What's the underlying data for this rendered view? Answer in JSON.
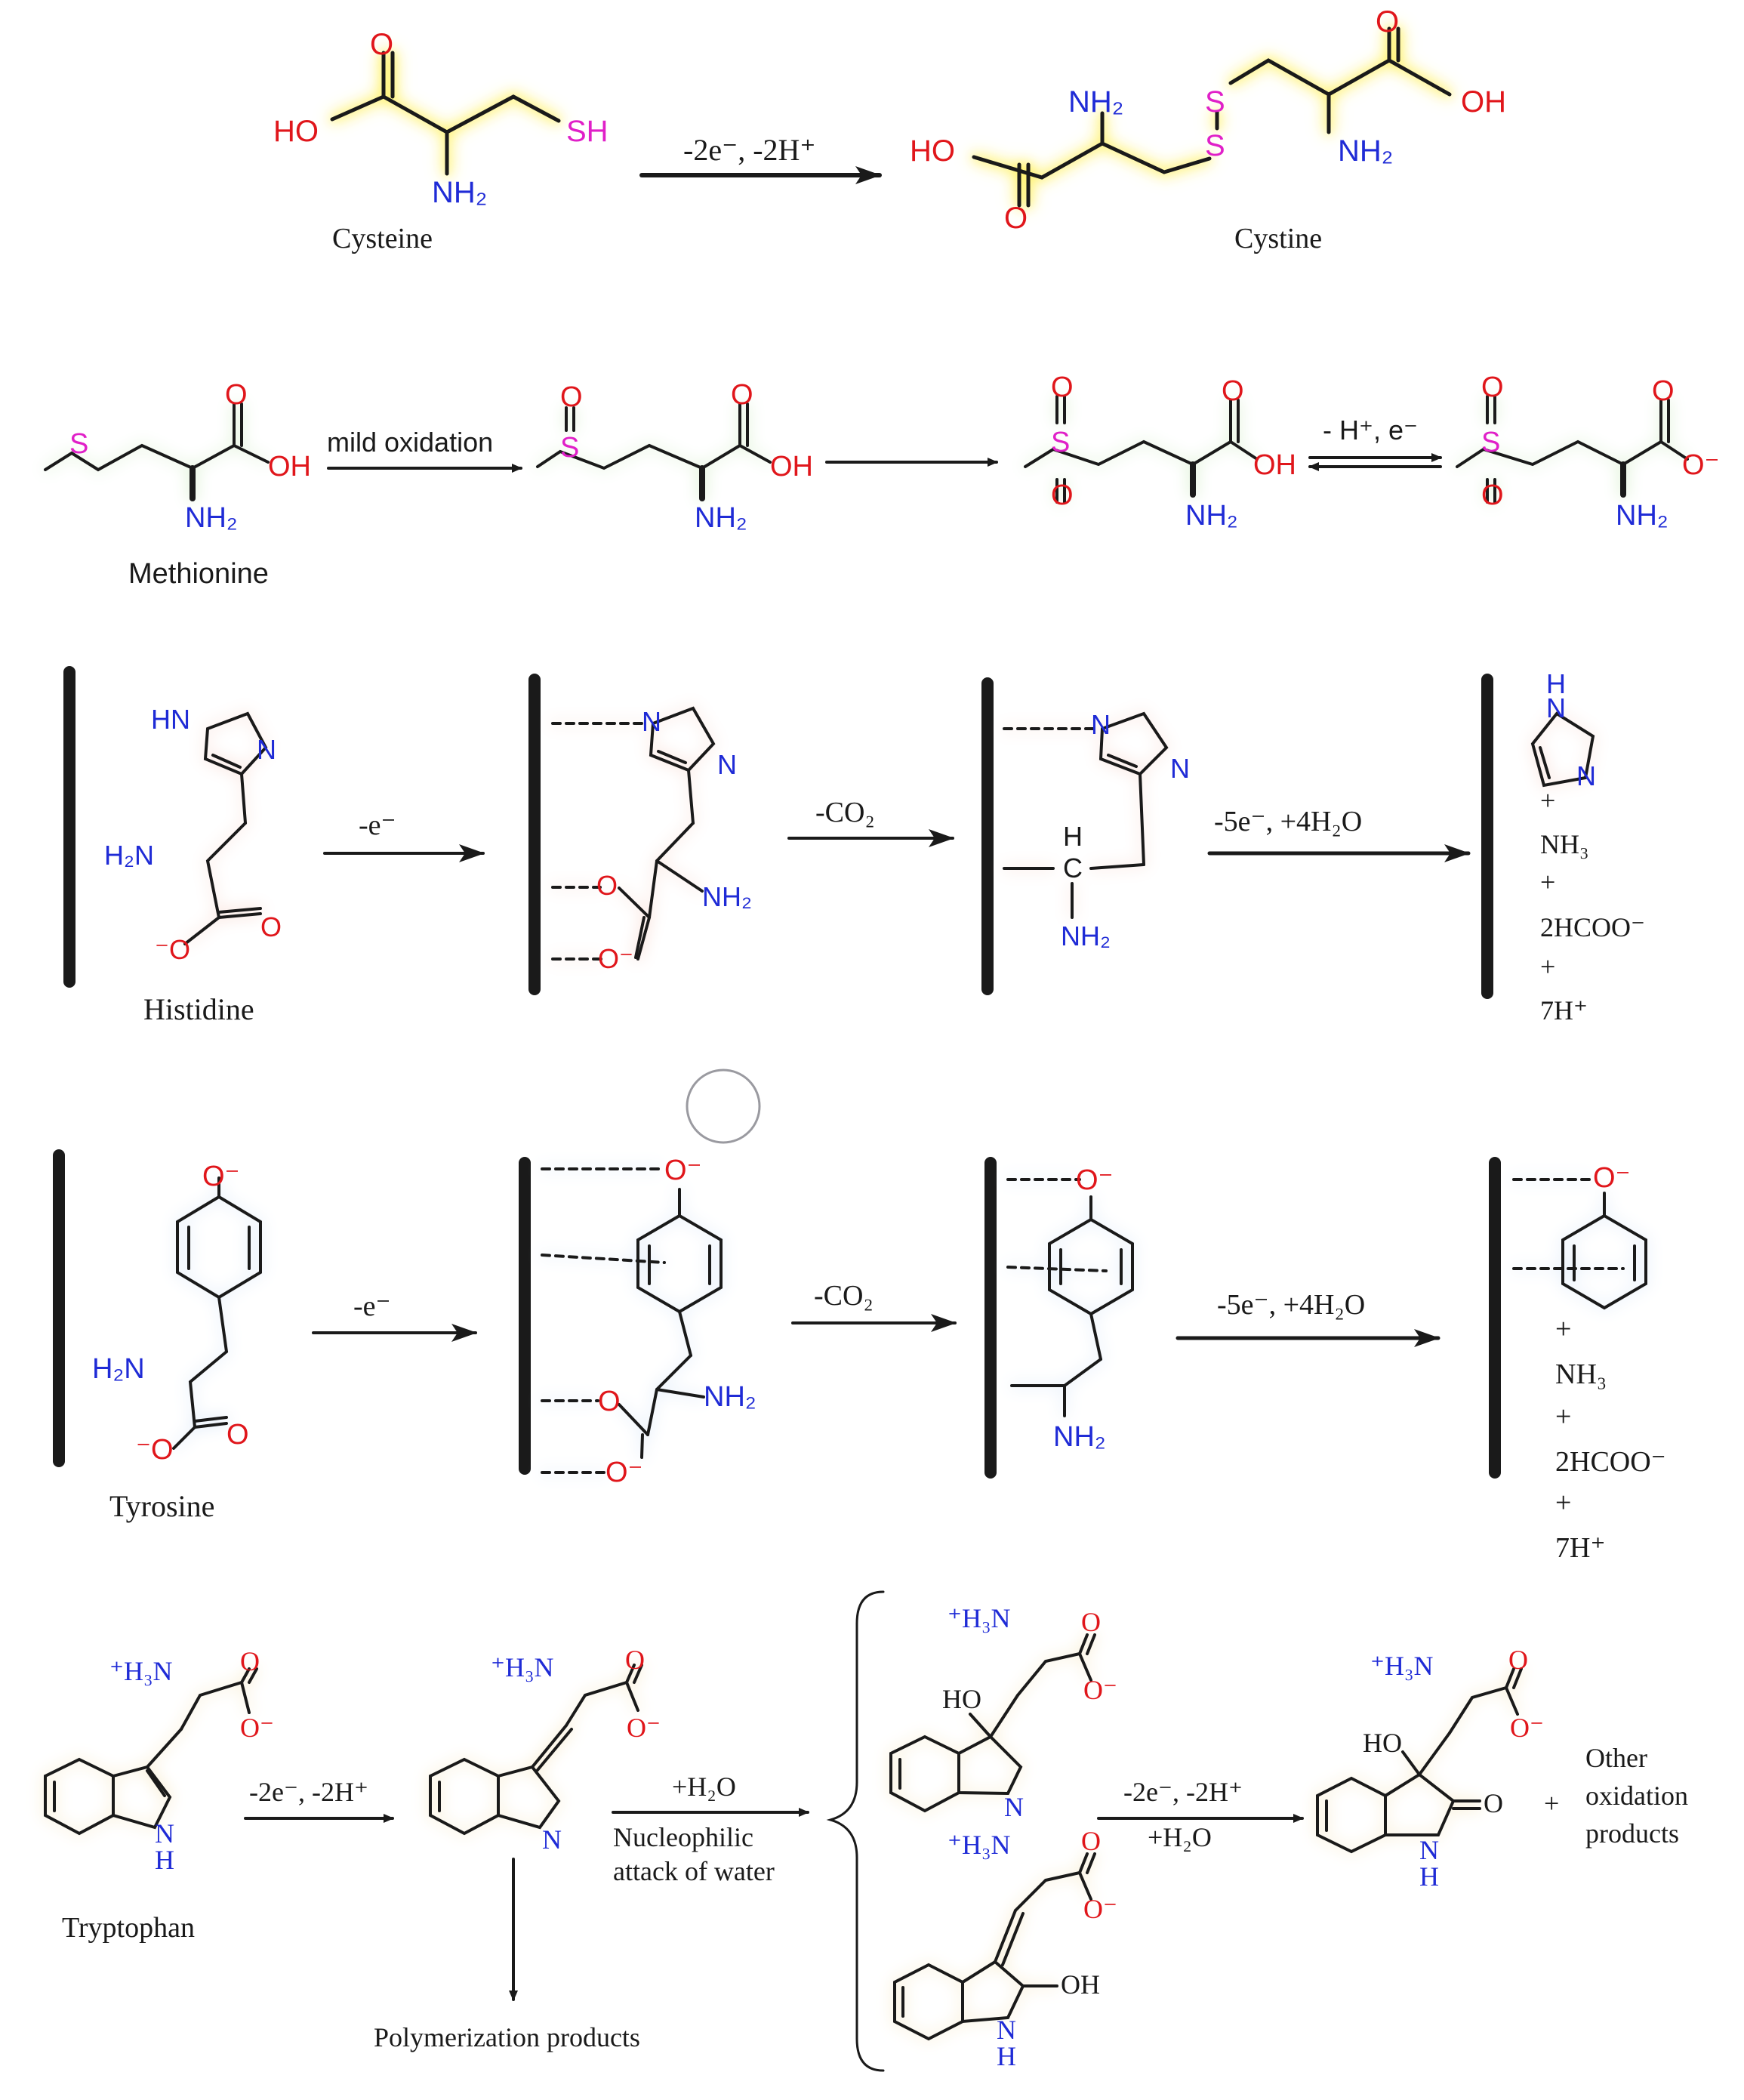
{
  "colors": {
    "bond": "#1a1a1a",
    "heteroN": "#1f2bd6",
    "heteroO": "#e0161b",
    "sulfur": "#e020c8",
    "glow_cysteine": "#fff04a",
    "glow_methionine": "#d7f0cc",
    "glow_histidine": "#f7d8cc",
    "glow_tyrosine": "#d3e3f6",
    "glow_tryptophan": "#f4e4b8"
  },
  "cysteine": {
    "name": "Cysteine",
    "product_name": "Cystine",
    "arrow_label": "-2e⁻, -2H⁺",
    "atoms": {
      "ho": "HO",
      "o": "O",
      "sh": "SH",
      "nh2": "NH₂",
      "s": "S",
      "oh": "OH"
    }
  },
  "methionine": {
    "name": "Methionine",
    "arrow1_label": "mild oxidation",
    "arrow3_label": "- H⁺, e⁻",
    "atoms": {
      "s": "S",
      "o": "O",
      "oh": "OH",
      "nh2": "NH₂",
      "o_minus": "O⁻"
    }
  },
  "histidine": {
    "name": "Histidine",
    "step1_label": "-e⁻",
    "step2_label": "-CO₂",
    "step3_label": "-5e⁻, +4H₂O",
    "atoms": {
      "hn": "HN",
      "n": "N",
      "h2n": "H₂N",
      "nh2": "NH₂",
      "o": "O",
      "o_minus": "⁻O",
      "o_minus_r": "O⁻",
      "h": "H",
      "c": "C"
    },
    "products": [
      "H",
      "N",
      "N",
      "+",
      "NH₃",
      "+",
      "2HCOO⁻",
      "+",
      "7H⁺"
    ]
  },
  "tyrosine": {
    "name": "Tyrosine",
    "step1_label": "-e⁻",
    "step2_label": "-CO₂",
    "step3_label": "-5e⁻, +4H₂O",
    "atoms": {
      "o_minus": "O⁻",
      "h2n": "H₂N",
      "nh2": "NH₂",
      "o": "O",
      "o_minus_l": "⁻O"
    },
    "products": [
      "+",
      "NH₃",
      "+",
      "2HCOO⁻",
      "+",
      "7H⁺"
    ]
  },
  "tryptophan": {
    "name": "Tryptophan",
    "step1_label": "-2e⁻, -2H⁺",
    "step2_label_top": "+H₂O",
    "step2_label_bottom_1": "Nucleophilic",
    "step2_label_bottom_2": "attack of water",
    "step3_label_top": "-2e⁻, -2H⁺",
    "step3_label_bottom": "+H₂O",
    "polymer_label": "Polymerization products",
    "other_label_1": "Other",
    "other_label_2": "oxidation",
    "other_label_3": "products",
    "plus": "+",
    "atoms": {
      "h3n": "⁺H₃N",
      "o": "O",
      "o_minus": "O⁻",
      "n": "N",
      "h": "H",
      "ho": "HO",
      "oh": "OH"
    }
  }
}
